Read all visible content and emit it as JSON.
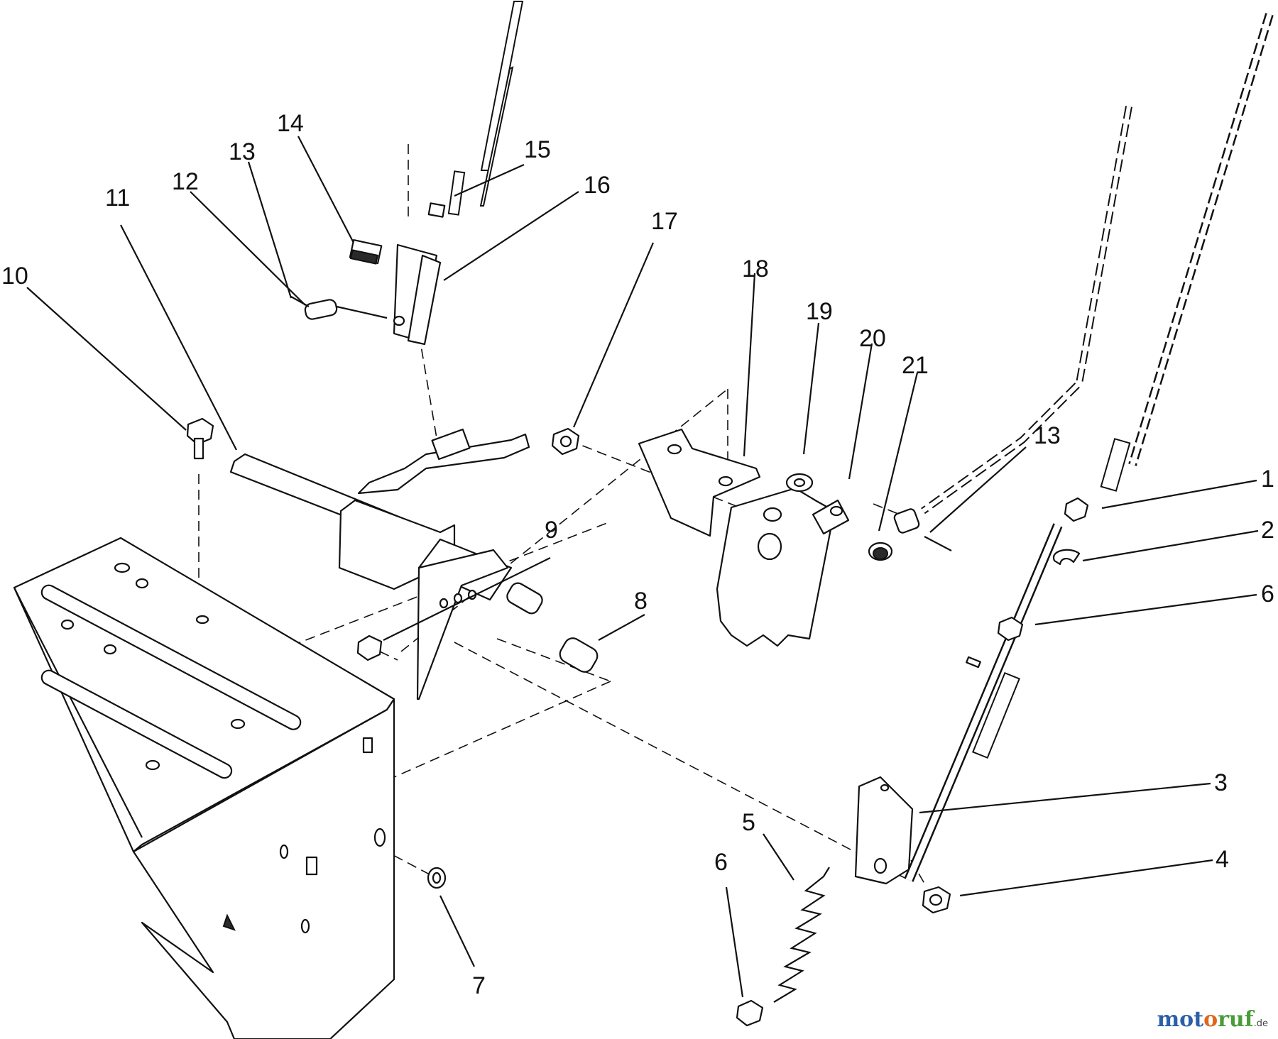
{
  "diagram": {
    "type": "exploded-parts-view",
    "callouts": [
      {
        "id": "c1",
        "label": "1"
      },
      {
        "id": "c2",
        "label": "2"
      },
      {
        "id": "c3",
        "label": "3"
      },
      {
        "id": "c4",
        "label": "4"
      },
      {
        "id": "c5",
        "label": "5"
      },
      {
        "id": "c6a",
        "label": "6"
      },
      {
        "id": "c6b",
        "label": "6"
      },
      {
        "id": "c7",
        "label": "7"
      },
      {
        "id": "c8",
        "label": "8"
      },
      {
        "id": "c9",
        "label": "9"
      },
      {
        "id": "c10",
        "label": "10"
      },
      {
        "id": "c11",
        "label": "11"
      },
      {
        "id": "c12",
        "label": "12"
      },
      {
        "id": "c13a",
        "label": "13"
      },
      {
        "id": "c13b",
        "label": "13"
      },
      {
        "id": "c14",
        "label": "14"
      },
      {
        "id": "c15",
        "label": "15"
      },
      {
        "id": "c16",
        "label": "16"
      },
      {
        "id": "c17",
        "label": "17"
      },
      {
        "id": "c18",
        "label": "18"
      },
      {
        "id": "c19",
        "label": "19"
      },
      {
        "id": "c20",
        "label": "20"
      },
      {
        "id": "c21",
        "label": "21"
      }
    ]
  },
  "watermark": {
    "part_a": "mot",
    "part_b": "o",
    "part_c": "ruf",
    "tld": ".de"
  }
}
